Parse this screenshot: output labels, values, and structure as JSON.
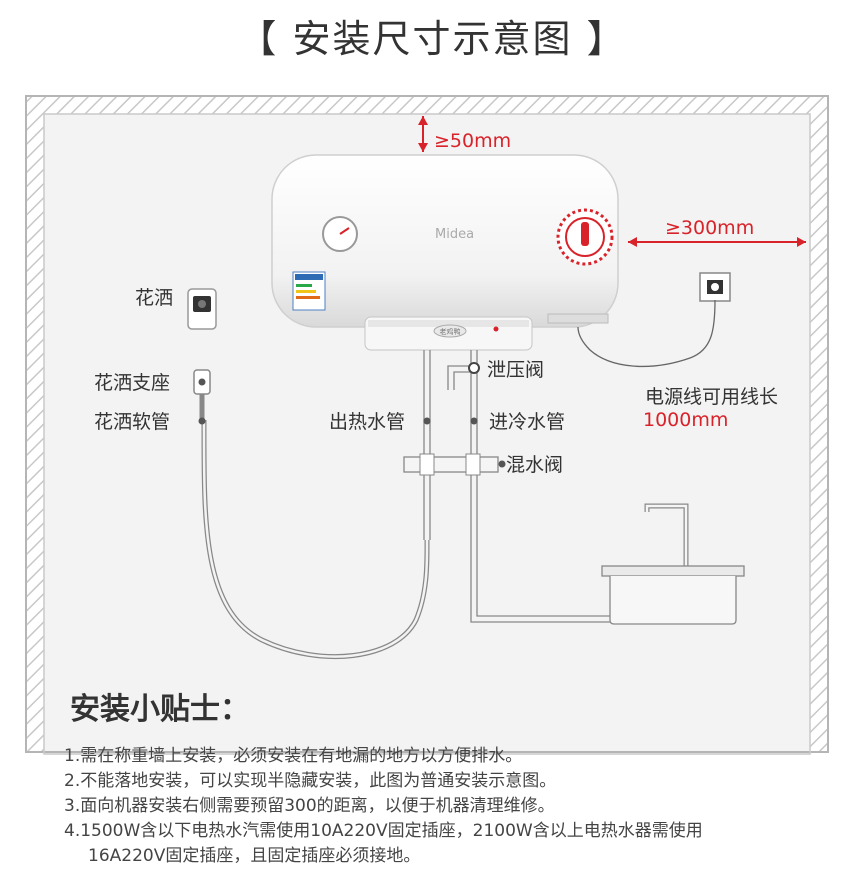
{
  "title": "【 安装尺寸示意图 】",
  "dimensions": {
    "top_clearance": "≥50mm",
    "side_clearance": "≥300mm",
    "cord_length_label": "电源线可用线长",
    "cord_length_value": "1000mm"
  },
  "labels": {
    "shower_head": "花洒",
    "shower_holder": "花洒支座",
    "shower_hose": "花洒软管",
    "pressure_valve": "泄压阀",
    "hot_outlet": "出热水管",
    "cold_inlet": "进冷水管",
    "mixing_valve": "混水阀"
  },
  "heater": {
    "brand": "Midea",
    "panel_text": "老鸡鸭"
  },
  "tips": {
    "heading": "安装小贴士：",
    "items": [
      "1.需在称重墙上安装，必须安装在有地漏的地方以方便排水。",
      "2.不能落地安装，可以实现半隐藏安装，此图为普通安装示意图。",
      "3.面向机器安装右侧需要预留300的距离，以便于机器清理维修。",
      "4.1500W含以下电热水汽需使用10A220V固定插座，2100W含以上电热水器需使用",
      "16A220V固定插座，且固定插座必须接地。"
    ]
  },
  "colors": {
    "accent": "#d8232a",
    "wall": "#b5b5b5",
    "room": "#f3f3f3"
  }
}
